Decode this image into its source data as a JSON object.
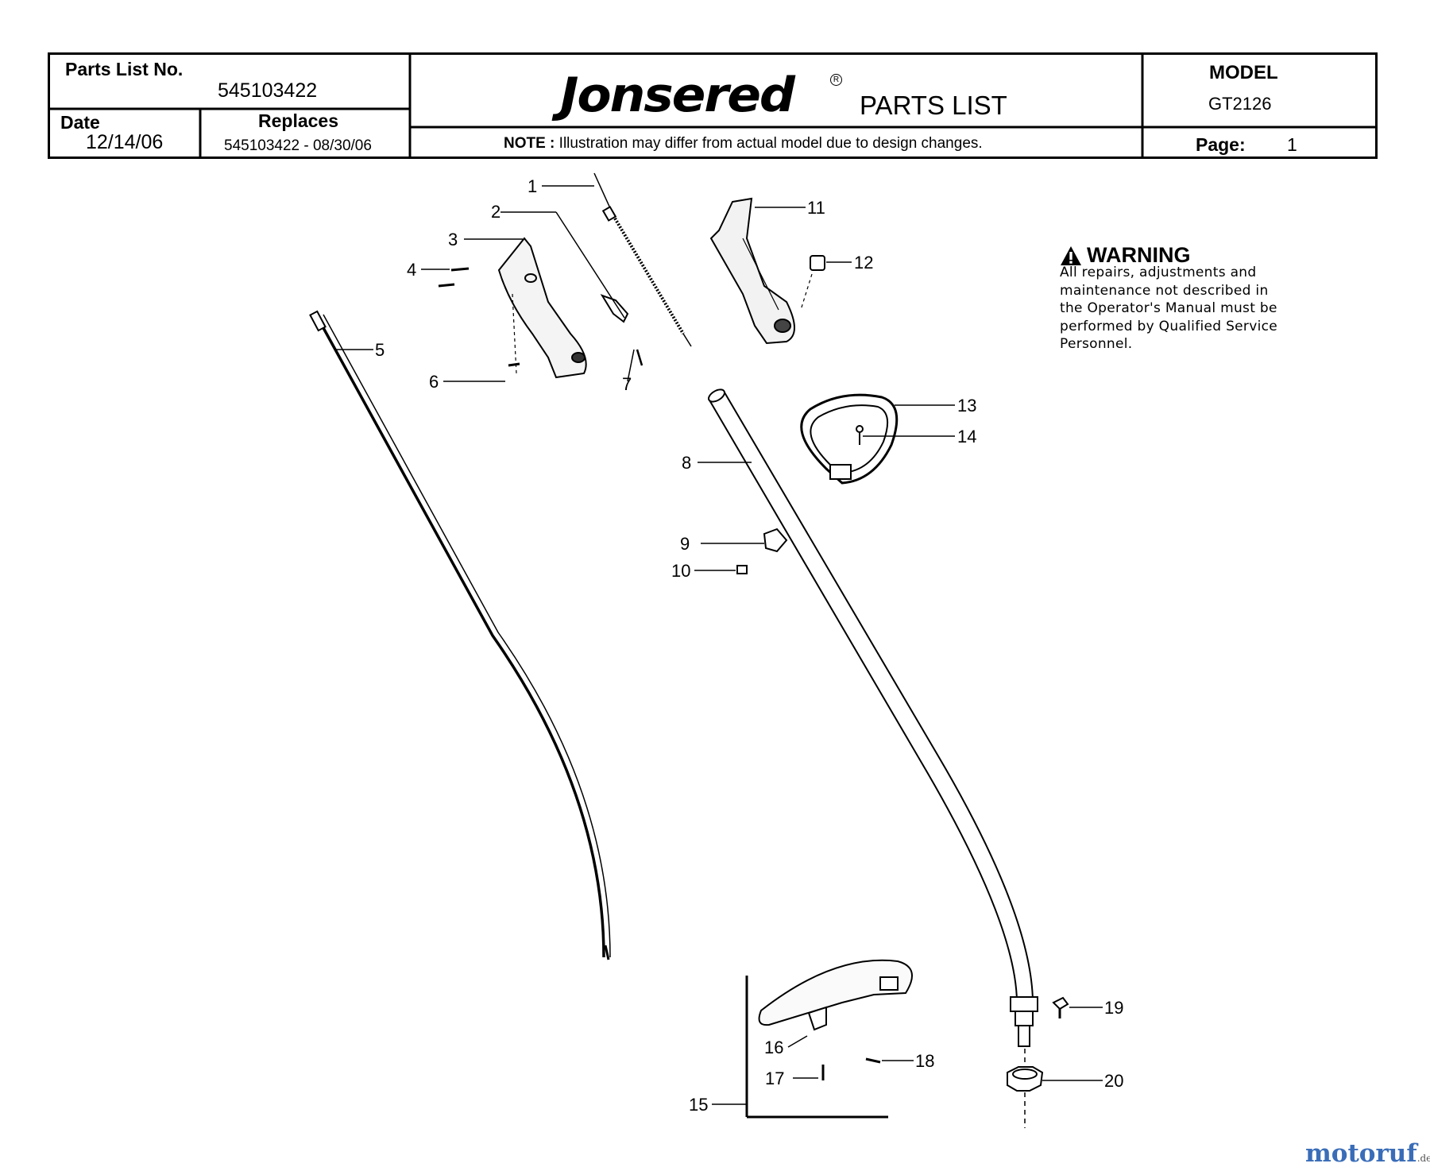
{
  "header": {
    "parts_list_no_label": "Parts List No.",
    "parts_list_no": "545103422",
    "date_label": "Date",
    "date": "12/14/06",
    "replaces_label": "Replaces",
    "replaces": "545103422 - 08/30/06",
    "brand": "Jonsered",
    "registered_mark": "R",
    "doc_title": "PARTS LIST",
    "note_label": "NOTE :",
    "note": "Illustration may differ from actual model due to design changes.",
    "model_label": "MODEL",
    "model": "GT2126",
    "page_label": "Page:",
    "page": "1"
  },
  "warning": {
    "title": "WARNING",
    "lines": [
      "All repairs, adjustments and",
      "maintenance not described in",
      "the Operator's Manual must be",
      "performed by Qualified Service",
      "Personnel."
    ]
  },
  "callouts": [
    "1",
    "2",
    "3",
    "4",
    "5",
    "6",
    "7",
    "8",
    "9",
    "10",
    "11",
    "12",
    "13",
    "14",
    "15",
    "16",
    "17",
    "18",
    "19",
    "20"
  ],
  "watermark": {
    "text": "motoruf",
    "suffix": ".de"
  }
}
